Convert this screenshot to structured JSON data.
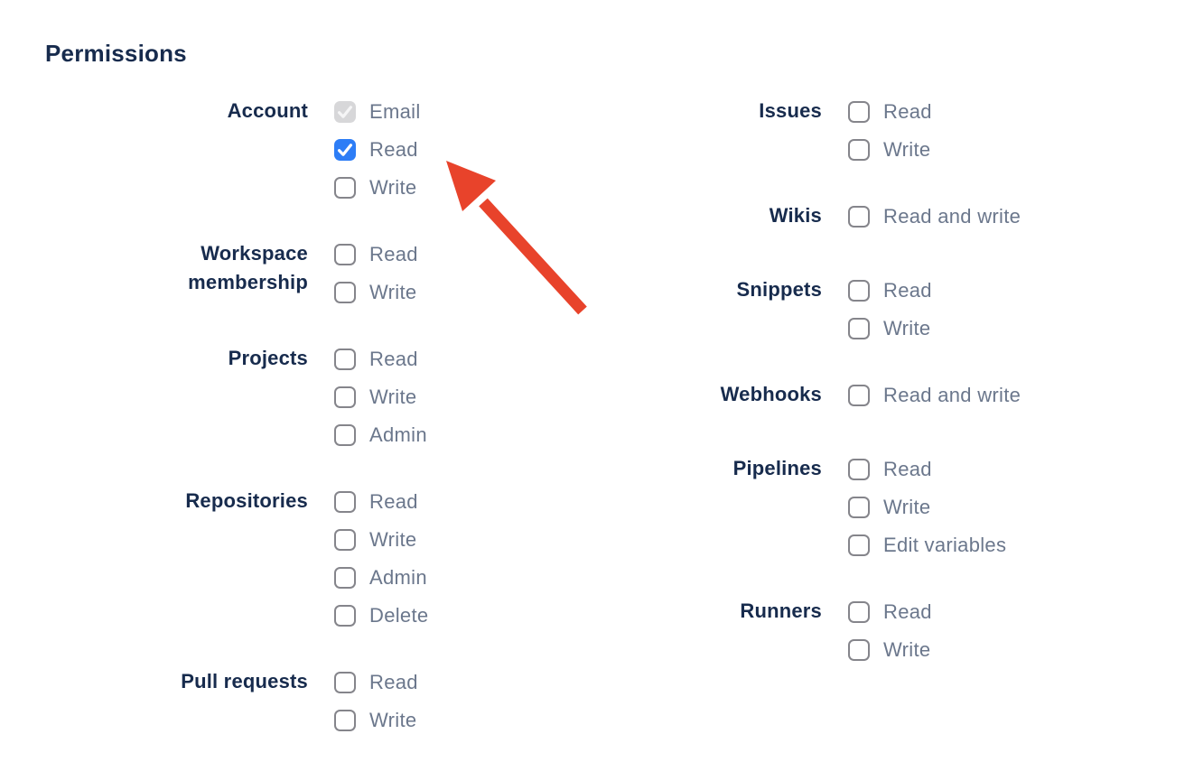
{
  "heading": "Permissions",
  "colors": {
    "group_label_navy": "#172B4D",
    "option_label_gray": "#6B778C",
    "checkbox_border_gray": "#85858B",
    "checked_blue": "#2D7DF6",
    "disabled_checked_gray": "#D7D7D9",
    "arrow_red": "#E8432B"
  },
  "columns": [
    {
      "name": "left",
      "groups": [
        {
          "label": "Account",
          "options": [
            {
              "label": "Email",
              "checked": true,
              "disabled": true
            },
            {
              "label": "Read",
              "checked": true,
              "disabled": false
            },
            {
              "label": "Write",
              "checked": false,
              "disabled": false
            }
          ]
        },
        {
          "label": "Workspace membership",
          "options": [
            {
              "label": "Read",
              "checked": false,
              "disabled": false
            },
            {
              "label": "Write",
              "checked": false,
              "disabled": false
            }
          ]
        },
        {
          "label": "Projects",
          "options": [
            {
              "label": "Read",
              "checked": false,
              "disabled": false
            },
            {
              "label": "Write",
              "checked": false,
              "disabled": false
            },
            {
              "label": "Admin",
              "checked": false,
              "disabled": false
            }
          ]
        },
        {
          "label": "Repositories",
          "options": [
            {
              "label": "Read",
              "checked": false,
              "disabled": false
            },
            {
              "label": "Write",
              "checked": false,
              "disabled": false
            },
            {
              "label": "Admin",
              "checked": false,
              "disabled": false
            },
            {
              "label": "Delete",
              "checked": false,
              "disabled": false
            }
          ]
        },
        {
          "label": "Pull requests",
          "options": [
            {
              "label": "Read",
              "checked": false,
              "disabled": false
            },
            {
              "label": "Write",
              "checked": false,
              "disabled": false
            }
          ]
        }
      ]
    },
    {
      "name": "right",
      "groups": [
        {
          "label": "Issues",
          "options": [
            {
              "label": "Read",
              "checked": false,
              "disabled": false
            },
            {
              "label": "Write",
              "checked": false,
              "disabled": false
            }
          ]
        },
        {
          "label": "Wikis",
          "options": [
            {
              "label": "Read and write",
              "checked": false,
              "disabled": false
            }
          ]
        },
        {
          "label": "Snippets",
          "options": [
            {
              "label": "Read",
              "checked": false,
              "disabled": false
            },
            {
              "label": "Write",
              "checked": false,
              "disabled": false
            }
          ]
        },
        {
          "label": "Webhooks",
          "options": [
            {
              "label": "Read and write",
              "checked": false,
              "disabled": false
            }
          ]
        },
        {
          "label": "Pipelines",
          "options": [
            {
              "label": "Read",
              "checked": false,
              "disabled": false
            },
            {
              "label": "Write",
              "checked": false,
              "disabled": false
            },
            {
              "label": "Edit variables",
              "checked": false,
              "disabled": false
            }
          ]
        },
        {
          "label": "Runners",
          "options": [
            {
              "label": "Read",
              "checked": false,
              "disabled": false
            },
            {
              "label": "Write",
              "checked": false,
              "disabled": false
            }
          ]
        }
      ]
    }
  ],
  "annotation": {
    "shape": "arrow",
    "color": "#E8432B",
    "points_to": "Account Read checkbox"
  }
}
